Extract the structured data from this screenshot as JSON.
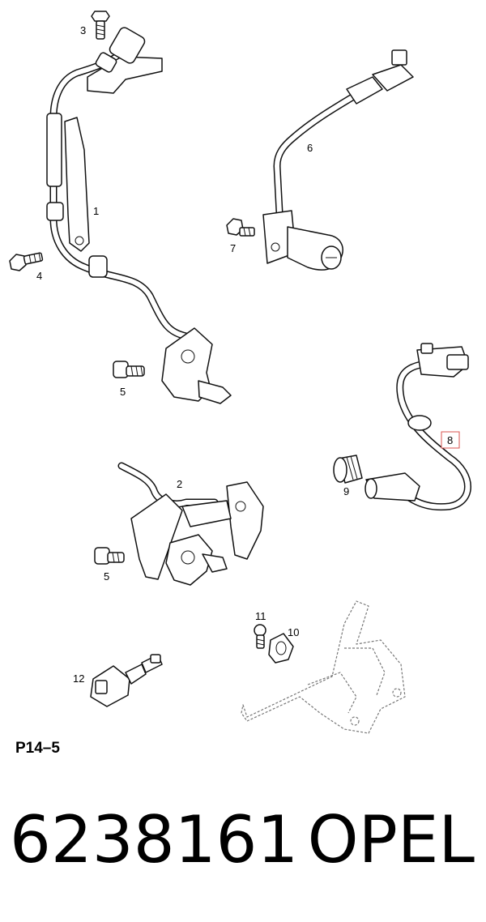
{
  "callouts": {
    "c1": "1",
    "c2": "2",
    "c3": "3",
    "c4": "4",
    "c5a": "5",
    "c5b": "5",
    "c6": "6",
    "c7": "7",
    "c8": "8",
    "c9": "9",
    "c10": "10",
    "c11": "11",
    "c12": "12"
  },
  "sheet_code": "P14–5",
  "part_number": "6238161",
  "brand": "OPEL",
  "colors": {
    "highlight_box": "#d9534f"
  }
}
